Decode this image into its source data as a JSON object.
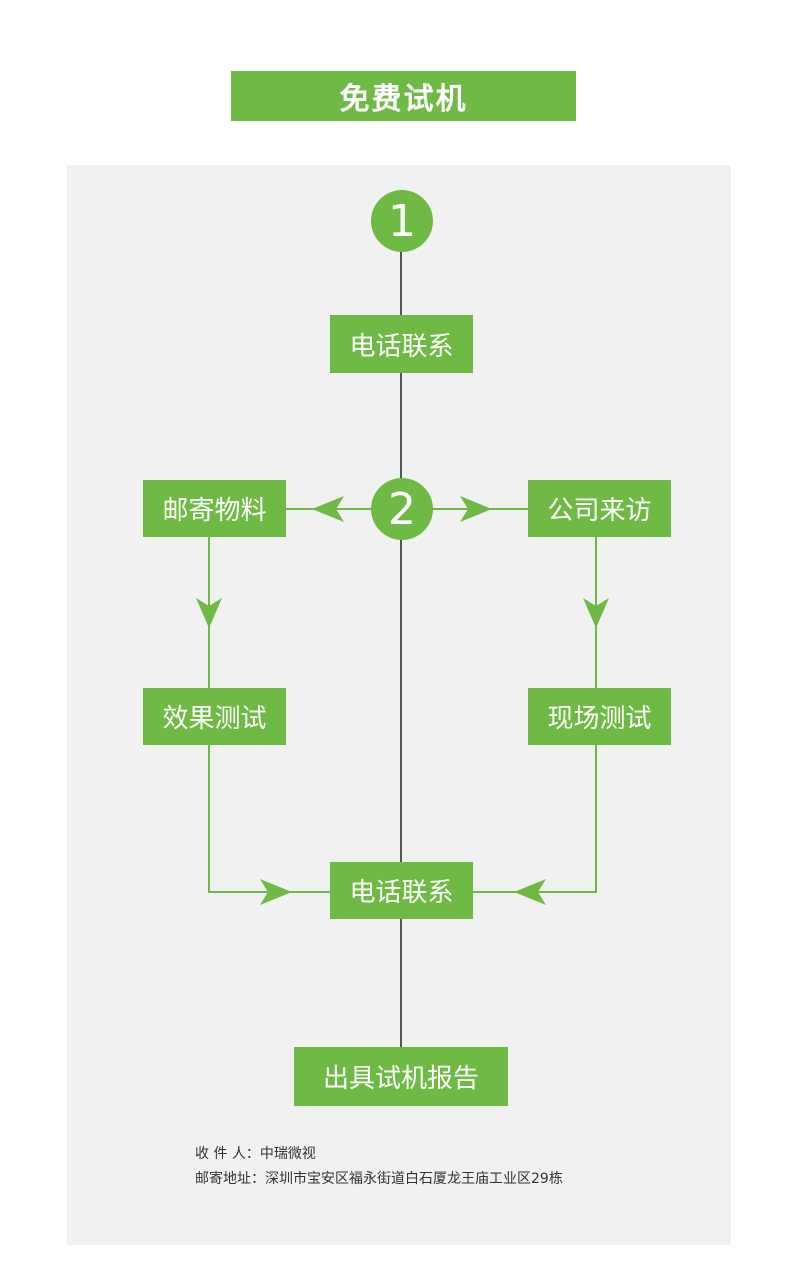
{
  "title": "免费试机",
  "steps": {
    "step1_number": "1",
    "phone_contact_1": "电话联系",
    "step2_number": "2",
    "mail_materials": "邮寄物料",
    "company_visit": "公司来访",
    "effect_test": "效果测试",
    "onsite_test": "现场测试",
    "phone_contact_2": "电话联系",
    "report": "出具试机报告"
  },
  "info": {
    "recipient": "收  件  人：中瑞微视",
    "address": "邮寄地址：深圳市宝安区福永街道白石厦龙王庙工业区29栋"
  },
  "colors": {
    "accent": "#6fba44",
    "panel": "#f1f1f1",
    "line": "#555555"
  }
}
